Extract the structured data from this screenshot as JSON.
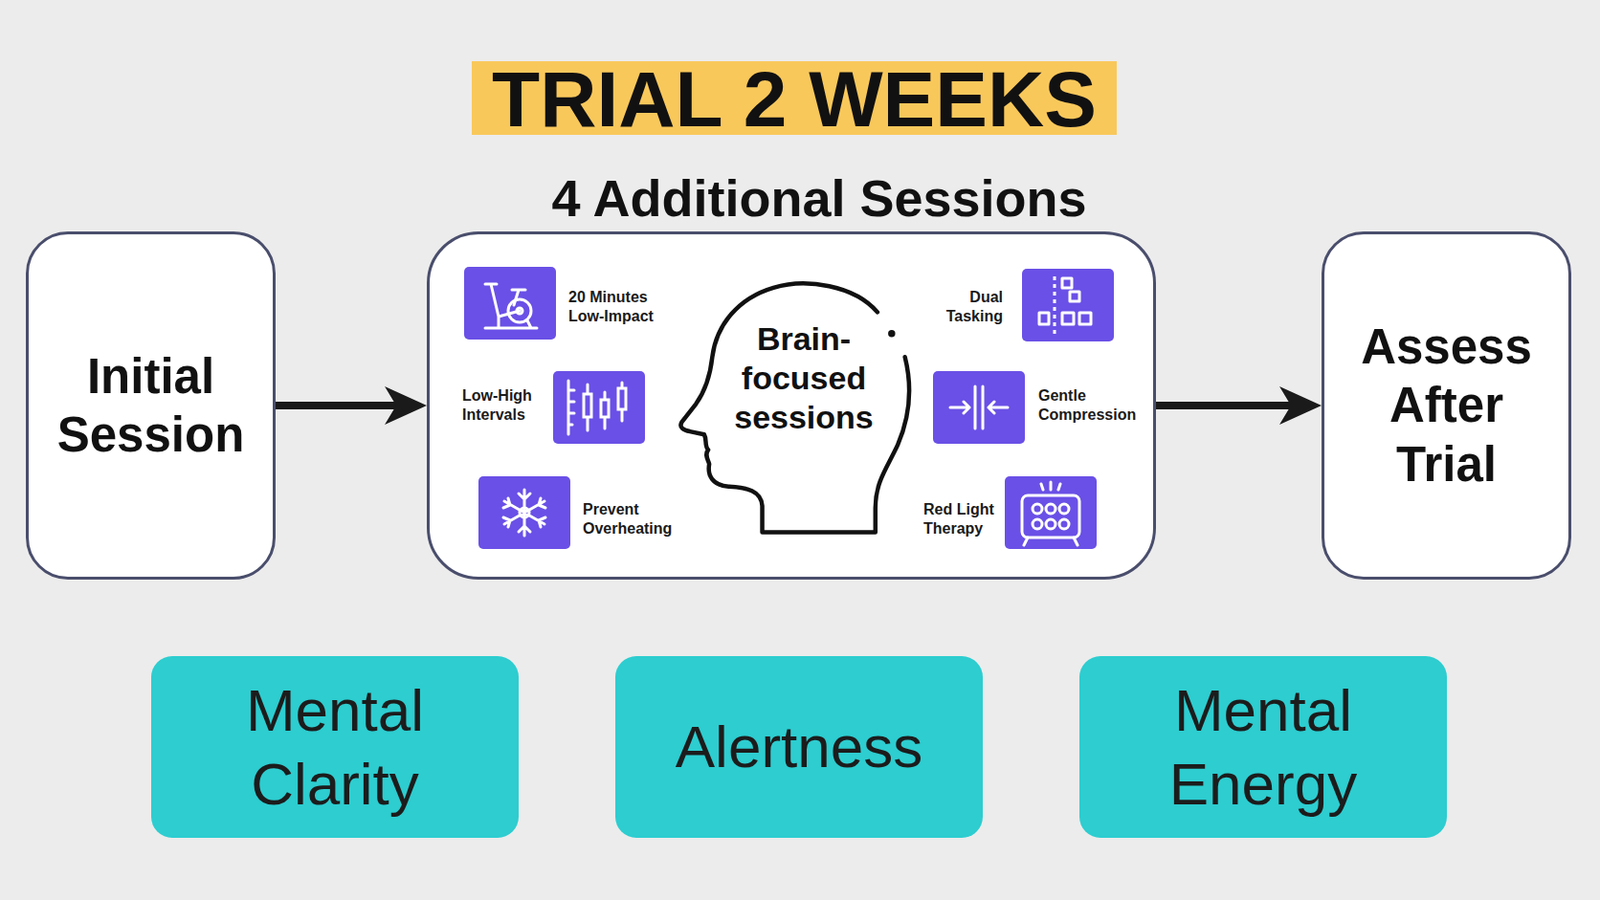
{
  "diagram": {
    "title": "TRIAL 2 WEEKS",
    "nodes": [
      {
        "text": [
          "Initial Session"
        ]
      },
      {
        "text": [
          "4 Additional Sessions"
        ]
      },
      {
        "text": [
          "Brain- focused sessions"
        ],
        "in": 1
      },
      {
        "text": [
          "Assess After Trial"
        ]
      },
      {
        "text": [
          "Mental Clarity"
        ]
      },
      {
        "text": [
          "Alertness"
        ]
      },
      {
        "text": [
          "Mental Energy"
        ]
      }
    ],
    "edges": [
      {
        "from": 0,
        "to": 1,
        "arrow": "to"
      },
      {
        "from": 1,
        "to": 3,
        "arrow": "to"
      }
    ],
    "labels": [
      "20 Minutes Low-Impact",
      "Low-High Intervals",
      "Prevent Overheating",
      "Dual Tasking",
      "Gentle Compression",
      "Red Light Therapy"
    ]
  }
}
